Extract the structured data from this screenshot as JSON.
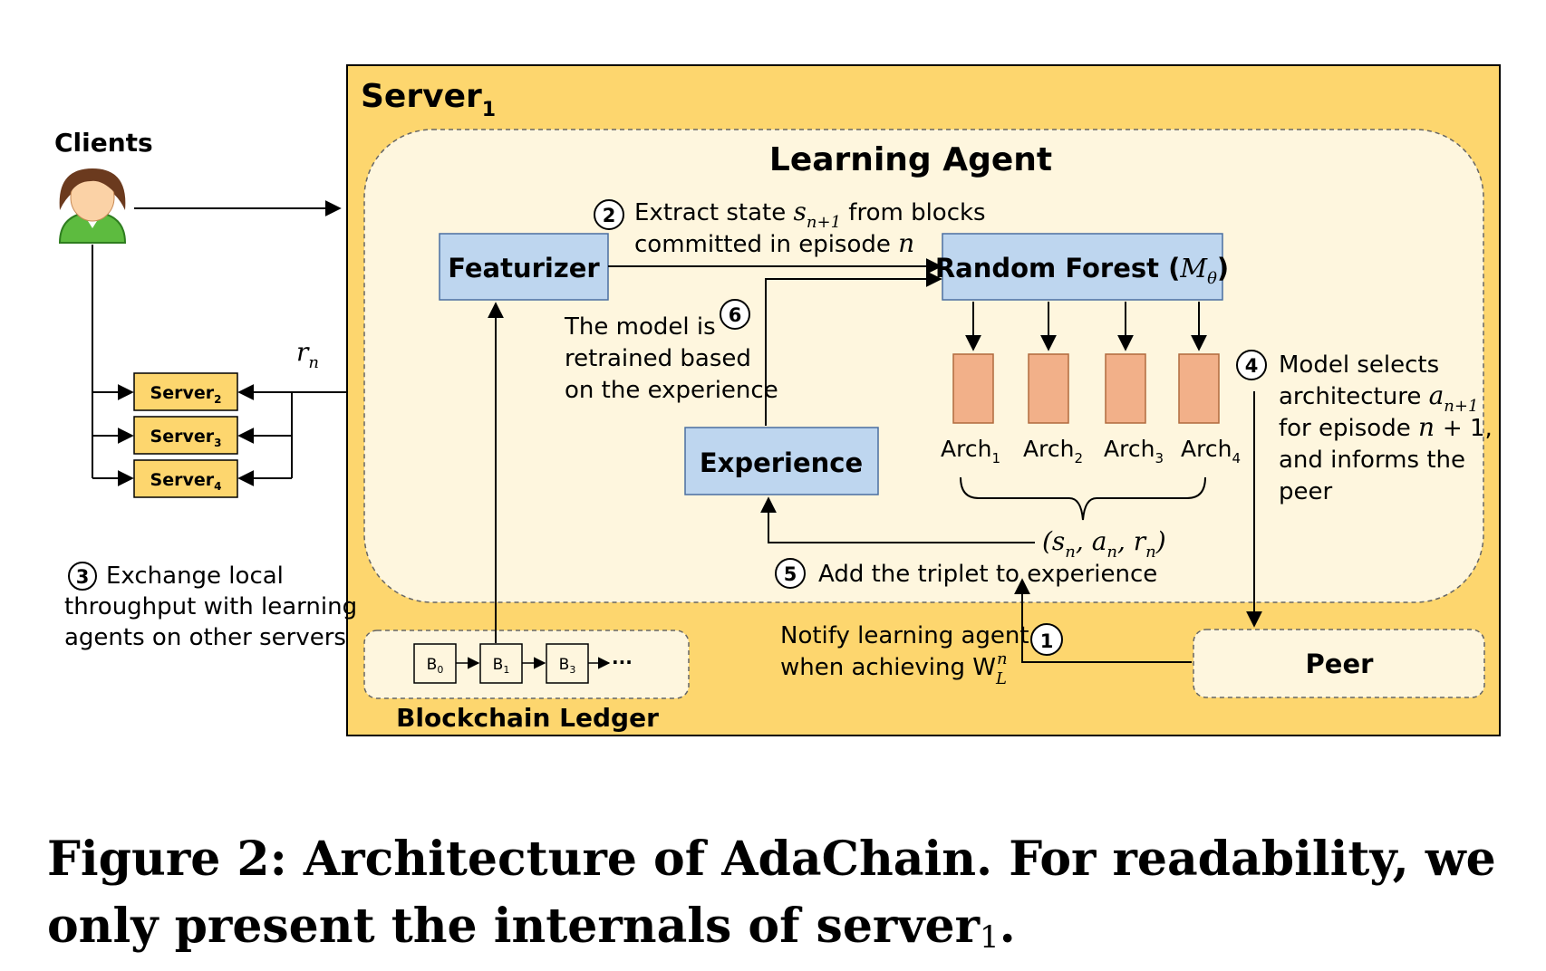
{
  "server1": {
    "label": "Server",
    "sub": "1"
  },
  "clients": {
    "label": "Clients"
  },
  "learning_agent": {
    "title": "Learning Agent"
  },
  "featurizer": {
    "label": "Featurizer"
  },
  "random_forest": {
    "label": "Random Forest (",
    "model": "M",
    "model_sub": "θ",
    "close": ")"
  },
  "experience": {
    "label": "Experience"
  },
  "peer": {
    "label": "Peer"
  },
  "blockchain": {
    "label": "Blockchain Ledger",
    "blocks": [
      {
        "name": "B",
        "sub": "0"
      },
      {
        "name": "B",
        "sub": "1"
      },
      {
        "name": "B",
        "sub": "3"
      }
    ],
    "ellipsis": "···"
  },
  "archs": [
    {
      "name": "Arch",
      "sub": "1"
    },
    {
      "name": "Arch",
      "sub": "2"
    },
    {
      "name": "Arch",
      "sub": "3"
    },
    {
      "name": "Arch",
      "sub": "4"
    }
  ],
  "other_servers": [
    {
      "name": "Server",
      "sub": "2"
    },
    {
      "name": "Server",
      "sub": "3"
    },
    {
      "name": "Server",
      "sub": "4"
    }
  ],
  "reward_label": "r",
  "reward_sub": "n",
  "triplet": "(s",
  "steps": {
    "s1": {
      "num": "1",
      "line1": "Notify learning agent",
      "line2": "when achieving W"
    },
    "s2": {
      "num": "2",
      "line1a": "Extract state ",
      "line1b": " from blocks",
      "line2": "committed in episode ",
      "var_n": "n"
    },
    "s3": {
      "num": "3",
      "line1": "Exchange local",
      "line2": "throughput with learning",
      "line3": "agents on other servers"
    },
    "s4": {
      "num": "4",
      "line1": "Model selects",
      "line2": "architecture ",
      "line3": "for episode ",
      "line3b": "+ 1,",
      "line4": "and informs the",
      "line5": "peer"
    },
    "s5": {
      "num": "5",
      "text": "Add the triplet to experience"
    },
    "s6": {
      "num": "6",
      "line1": "The model is",
      "line2": "retrained based",
      "line3": "on the experience"
    }
  },
  "caption": {
    "text": "Figure 2: Architecture of AdaChain. For readability, we only present the internals of server",
    "sub": "1",
    "end": "."
  },
  "colors": {
    "server_bg": "#FDD66E",
    "agent_bg": "#FEF6DE",
    "box_blue": "#BED6EF",
    "arch": "#F2B089",
    "server_small": "#FDD66E"
  }
}
